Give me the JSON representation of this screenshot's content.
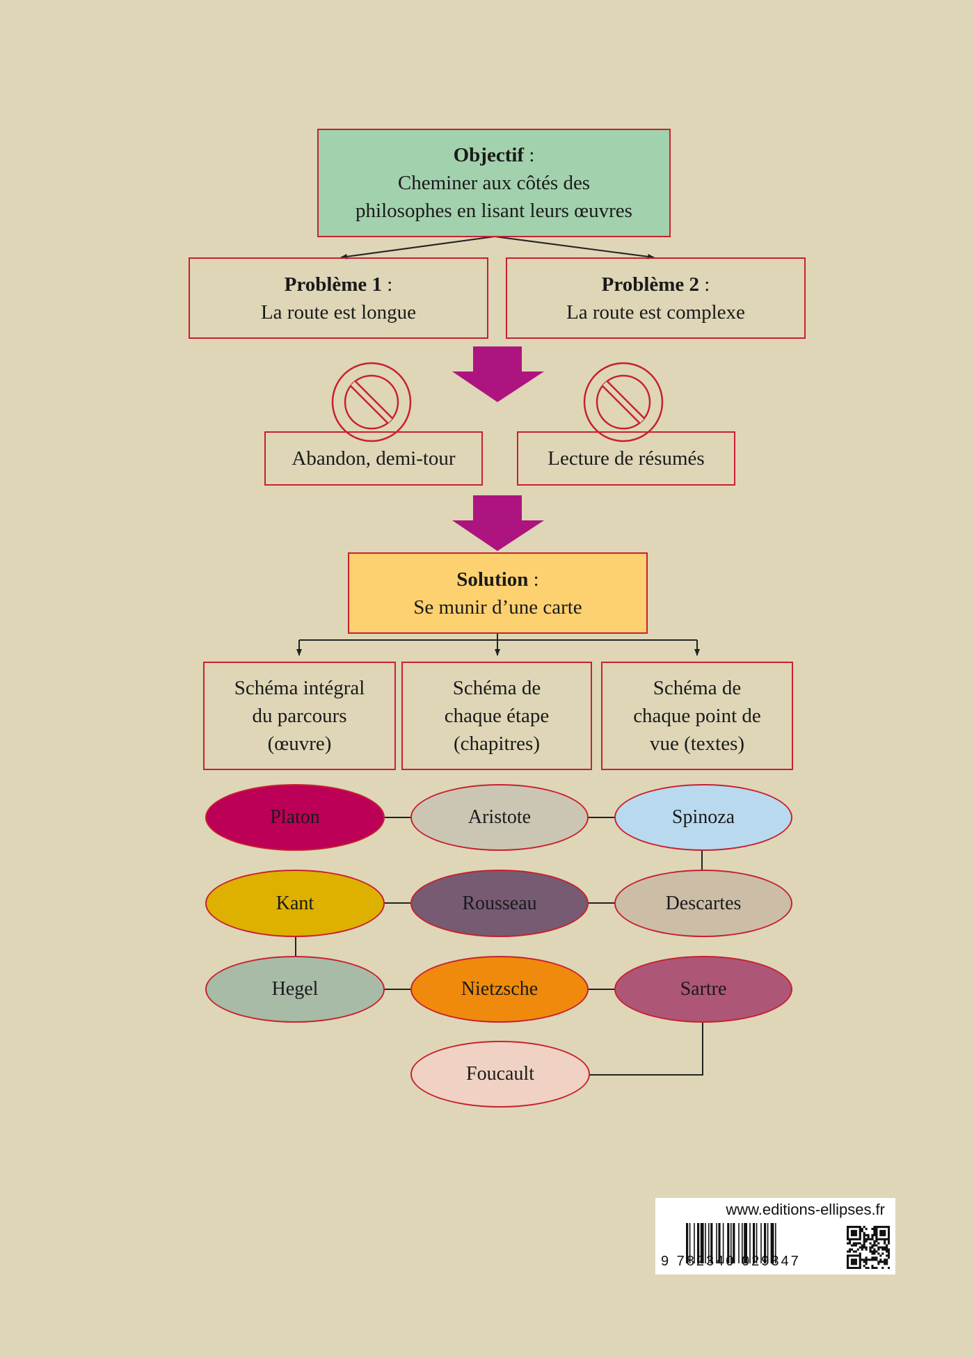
{
  "objectif": {
    "title": "Objectif",
    "colon": " :",
    "line1": "Cheminer aux côtés des",
    "line2": "philosophes en lisant leurs œuvres"
  },
  "probleme1": {
    "title": "Problème 1",
    "colon": " :",
    "text": "La route est longue"
  },
  "probleme2": {
    "title": "Problème 2",
    "colon": " :",
    "text": "La route est complexe"
  },
  "rejected": {
    "left": "Abandon, demi-tour",
    "right": "Lecture de résumés"
  },
  "solution": {
    "title": "Solution",
    "colon": " :",
    "text": "Se munir d’une carte"
  },
  "schemas": [
    {
      "l1": "Schéma intégral",
      "l2": "du parcours",
      "l3": "(œuvre)"
    },
    {
      "l1": "Schéma de",
      "l2": "chaque étape",
      "l3": "(chapitres)"
    },
    {
      "l1": "Schéma de",
      "l2": "chaque point de",
      "l3": "vue (textes)"
    }
  ],
  "philosophers": [
    {
      "name": "Platon",
      "color": "#bc0057"
    },
    {
      "name": "Aristote",
      "color": "#cbc6b3"
    },
    {
      "name": "Spinoza",
      "color": "#b9d9ef"
    },
    {
      "name": "Kant",
      "color": "#deb000"
    },
    {
      "name": "Rousseau",
      "color": "#765b72"
    },
    {
      "name": "Descartes",
      "color": "#ccbda7"
    },
    {
      "name": "Hegel",
      "color": "#a8bba6"
    },
    {
      "name": "Nietzsche",
      "color": "#ef8a0c"
    },
    {
      "name": "Sartre",
      "color": "#ae5677"
    },
    {
      "name": "Foucault",
      "color": "#efd2c3"
    }
  ],
  "colors": {
    "border": "#c8202f",
    "arrow": "#ad1480",
    "objectif_bg": "#a2d1ad",
    "solution_bg": "#fdd16f",
    "background": "#ded6b7"
  },
  "icons": {
    "forbidden": "forbidden-icon",
    "down_arrow": "down-arrow-icon"
  },
  "footer": {
    "url": "www.editions-ellipses.fr",
    "isbn": "9 782340 029347"
  }
}
